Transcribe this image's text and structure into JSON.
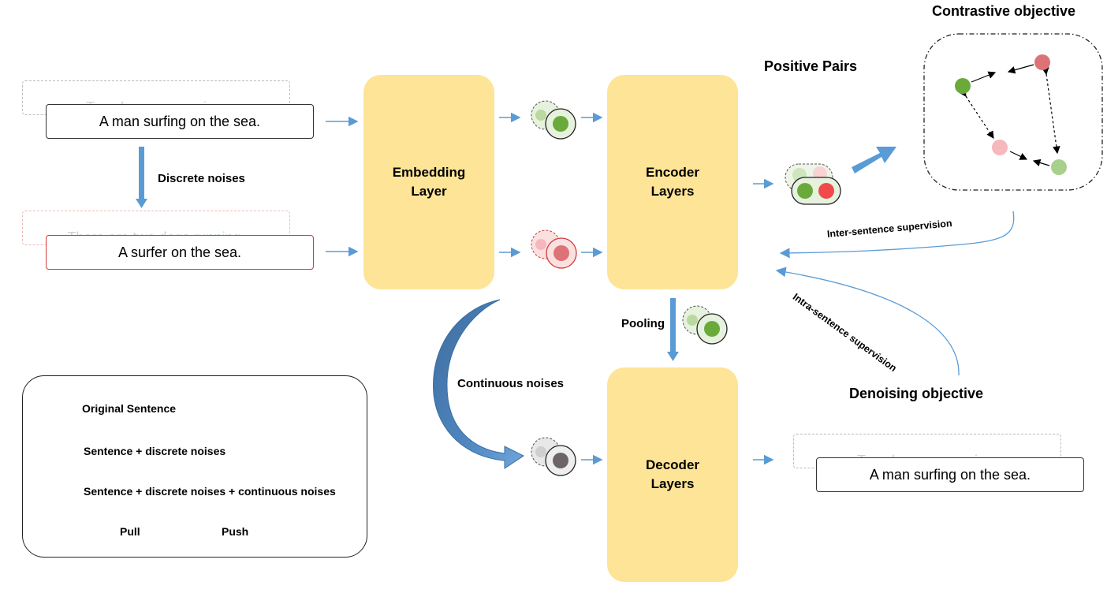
{
  "input": {
    "original_ghost": "Two dogs are running.",
    "original_sentence": "A man surfing on the sea.",
    "noisy_ghost": "There are two dogs running.",
    "noisy_sentence": "A surfer on the sea."
  },
  "labels": {
    "discrete_noises": "Discrete noises",
    "continuous_noises": "Continuous noises",
    "pooling": "Pooling",
    "positive_pairs": "Positive Pairs",
    "contrastive_objective": "Contrastive objective",
    "inter_sentence": "Inter-sentence supervision",
    "intra_sentence": "Intra-sentence supervision",
    "denoising_objective": "Denoising objective"
  },
  "blocks": {
    "embedding": "Embedding\nLayer",
    "encoder": "Encoder\nLayers",
    "decoder": "Decoder\nLayers"
  },
  "output": {
    "ghost": "Two dogs are running.",
    "sentence": "A man surfing on the sea."
  },
  "legend": {
    "original": "Original Sentence",
    "discrete": "Sentence + discrete noises",
    "both": "Sentence + discrete noises + continuous noises",
    "pull": "Pull",
    "push": "Push"
  },
  "colors": {
    "block": "#fde497",
    "green": "#6aaa3a",
    "green_light": "#e6f2dd",
    "red": "#e07a80",
    "red_light": "#fbe0e0",
    "gray": "#6d6466",
    "gray_light": "#e8e8e8",
    "arrow_blue": "#5b9bd5"
  }
}
